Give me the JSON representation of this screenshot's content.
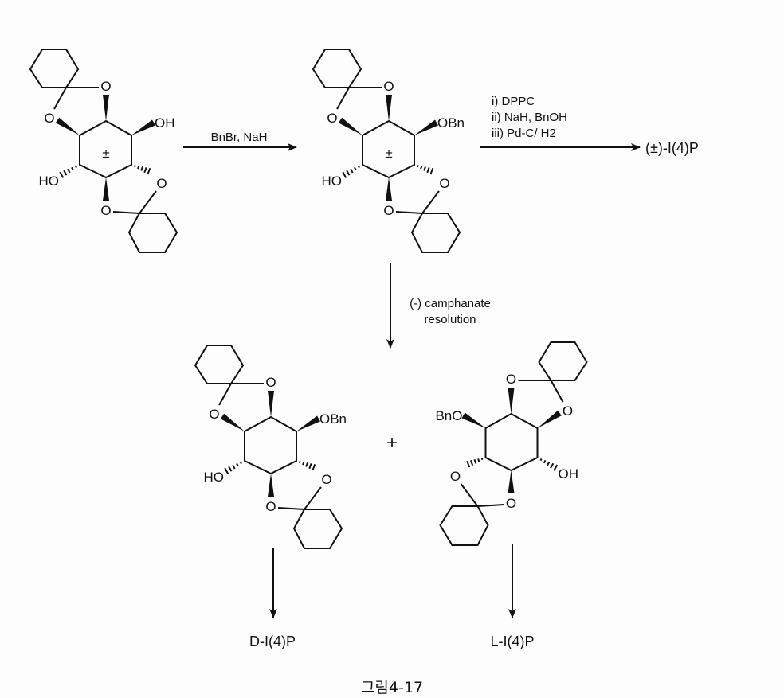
{
  "molecules": [
    {
      "id": "diol-racemic",
      "center_label": "±",
      "o_label": "O",
      "r1": "OH",
      "r2": "HO",
      "mirror": false
    },
    {
      "id": "benzyl-racemic",
      "center_label": "±",
      "o_label": "O",
      "r1": "OBn",
      "r2": "HO",
      "mirror": false
    },
    {
      "id": "benzyl-D",
      "center_label": "",
      "o_label": "O",
      "r1": "OBn",
      "r2": "HO",
      "mirror": false
    },
    {
      "id": "benzyl-L",
      "center_label": "",
      "o_label": "O",
      "r1": "BnO",
      "r2": "OH",
      "mirror": true
    }
  ],
  "step1": {
    "reagents": "BnBr, NaH"
  },
  "step2": {
    "reagents": [
      "i) DPPC",
      "ii) NaH, BnOH",
      "iii) Pd-C/ H2"
    ],
    "product": "(±)-I(4)P"
  },
  "resolution": {
    "line1": "(-) camphanate",
    "line2": "resolution"
  },
  "plus": "+",
  "products": {
    "d": "D-I(4)P",
    "l": "L-I(4)P"
  },
  "caption": "그림4-17"
}
